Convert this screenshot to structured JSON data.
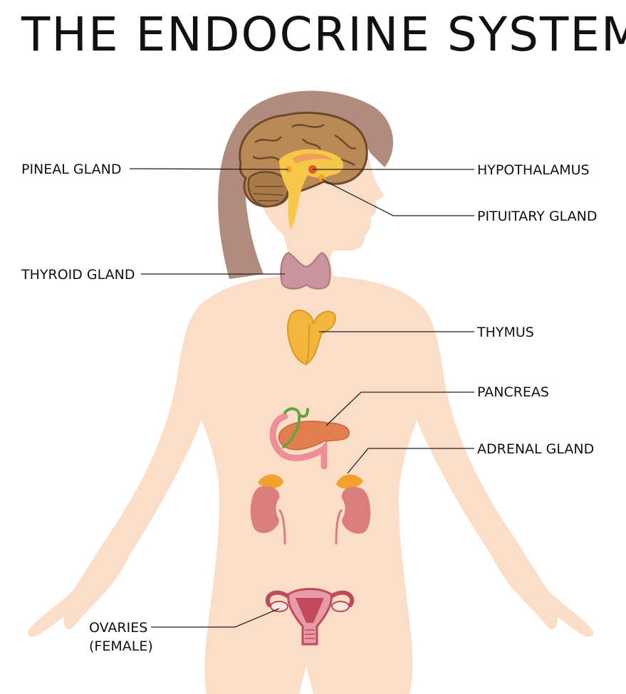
{
  "title": "THE ENDOCRINE SYSTEM",
  "labels": {
    "pineal": "PINEAL GLAND",
    "hypothalamus": "HYPOTHALAMUS",
    "pituitary": "PITUITARY GLAND",
    "thyroid": "THYROID GLAND",
    "thymus": "THYMUS",
    "pancreas": "PANCREAS",
    "adrenal": "ADRENAL GLAND",
    "ovaries_line1": "OVARIES",
    "ovaries_line2": "(FEMALE)"
  },
  "colors": {
    "skin": "#FCDDC7",
    "hair": "#B08C7E",
    "brain": "#B98A55",
    "brain_dark": "#6E4A2A",
    "hypothalamus_yellow": "#F7C74A",
    "thyroid": "#C9949C",
    "thymus": "#F2B63A",
    "pancreas": "#E07E50",
    "duodenum": "#EE8E98",
    "adrenal": "#F2A12A",
    "kidney": "#D97E7C",
    "uterus": "#C04A5A",
    "leader_line": "#222222"
  }
}
